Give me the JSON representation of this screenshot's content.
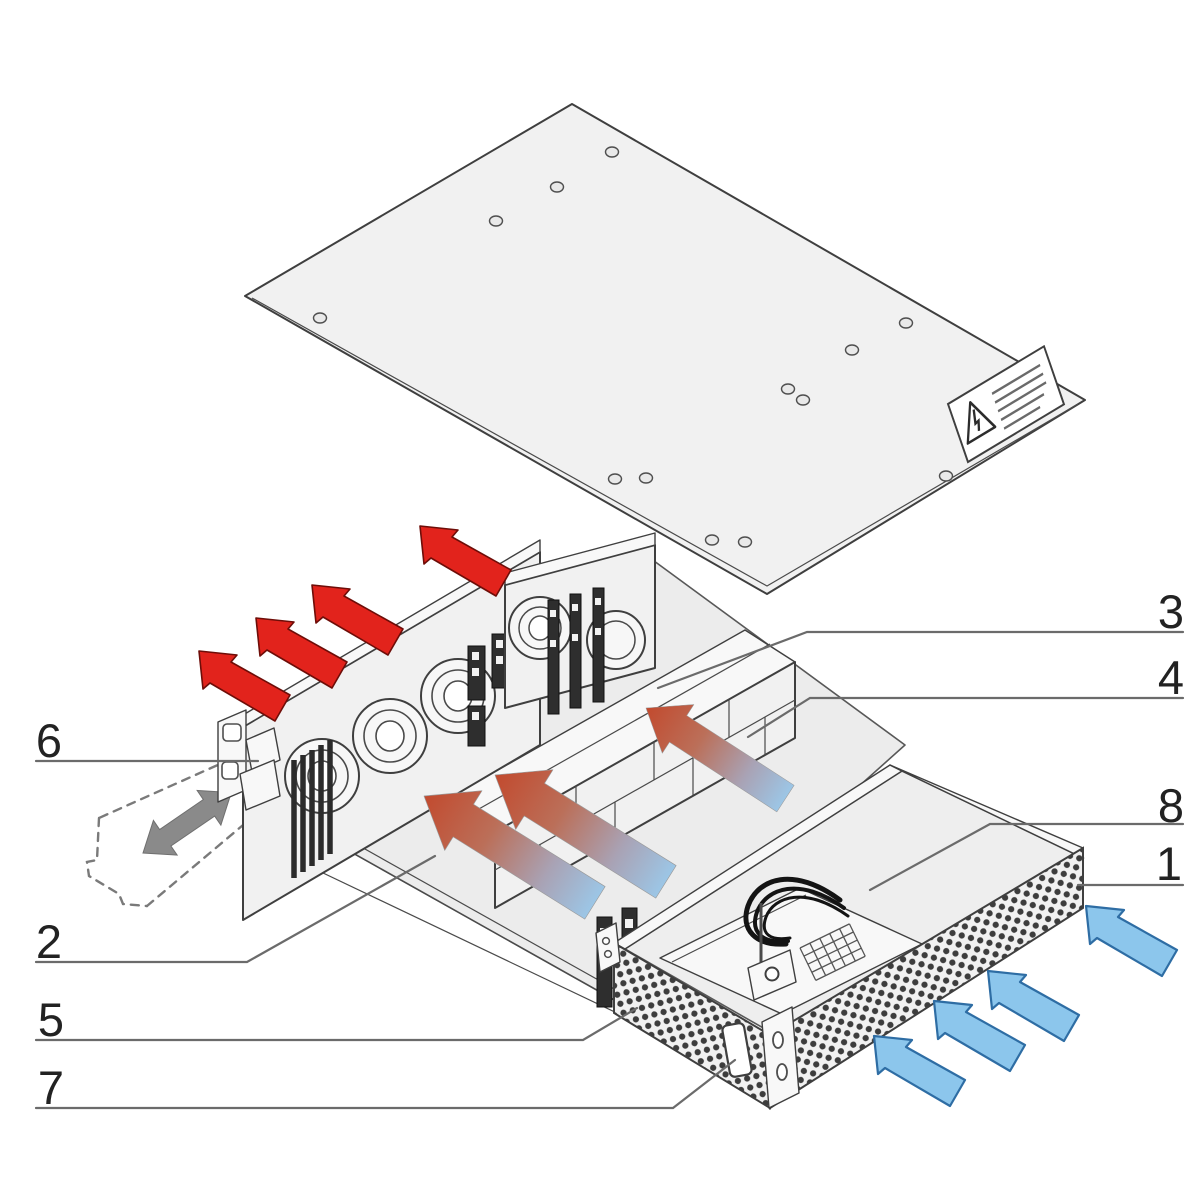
{
  "diagram": {
    "callouts": {
      "c1": "1",
      "c2": "2",
      "c3": "3",
      "c4": "4",
      "c5": "5",
      "c6": "6",
      "c7": "7",
      "c8": "8"
    },
    "colors": {
      "exhaust_red": "#e2231c",
      "intake_fill": "#8cc6ec",
      "intake_stroke": "#2e6da4",
      "hot_head": "#c24a2e",
      "cool_tail": "#9cc6e6",
      "slide_gray": "#8a8a8a",
      "outline": "#3f3f3f",
      "leader": "#6b6b6b",
      "panel": "#f1f1f1",
      "floor": "#ececec",
      "label_text": "#222222"
    },
    "icons": [
      "exhaust-arrow-icon",
      "intake-arrow-icon",
      "airflow-gradient-arrow-icon",
      "slide-direction-arrow-icon",
      "warning-triangle-icon",
      "fan-icon",
      "screw-hole-icon",
      "vent-holes-pattern"
    ]
  }
}
